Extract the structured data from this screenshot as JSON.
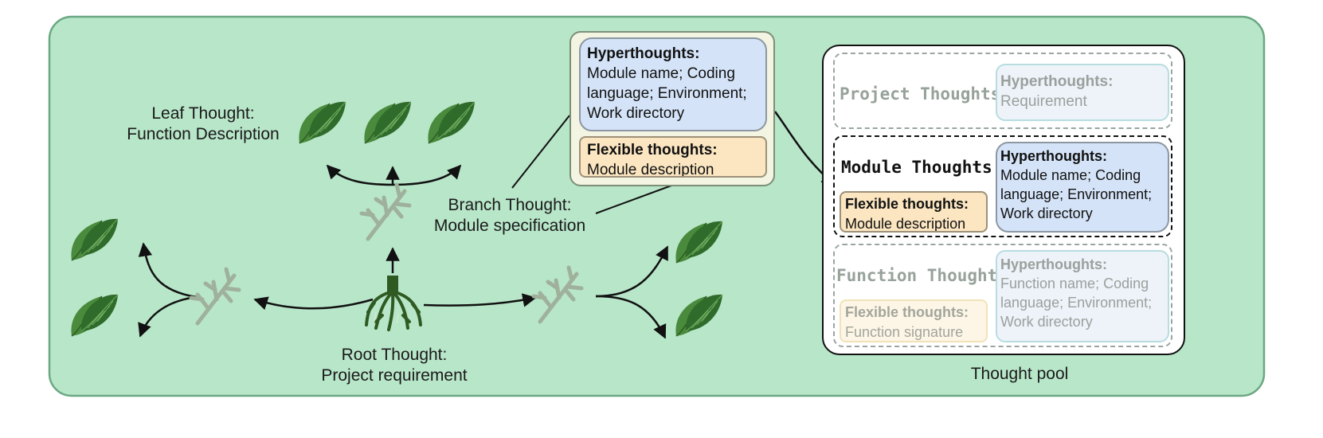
{
  "labels": {
    "leaf": "Leaf Thought:\nFunction Description",
    "branch": "Branch Thought:\nModule specification",
    "root": "Root Thought:\nProject requirement",
    "pool_caption": "Thought pool"
  },
  "popup": {
    "hyper_title": "Hyperthoughts:",
    "hyper_body": "Module name; Coding language; Environment; Work directory",
    "flex_title": "Flexible thoughts:",
    "flex_body": "Module description"
  },
  "pool": {
    "project": {
      "title": "Project Thoughts",
      "hyper_title": "Hyperthoughts:",
      "hyper_body": "Requirement"
    },
    "module": {
      "title": "Module Thoughts",
      "hyper_title": "Hyperthoughts:",
      "hyper_body": "Module name; Coding language; Environment; Work directory",
      "flex_title": "Flexible thoughts:",
      "flex_body": "Module description"
    },
    "function": {
      "title": "Function Thoughts",
      "hyper_title": "Hyperthoughts:",
      "hyper_body": "Function name; Coding language; Environment; Work directory",
      "flex_title": "Flexible thoughts:",
      "flex_body": "Function signature"
    }
  },
  "colors": {
    "panel_bg": "#b8e6c9",
    "leaf_dark": "#4a8a3c",
    "leaf_light": "#6aa85a",
    "branch": "#9fb19a",
    "root": "#2f5a22"
  }
}
